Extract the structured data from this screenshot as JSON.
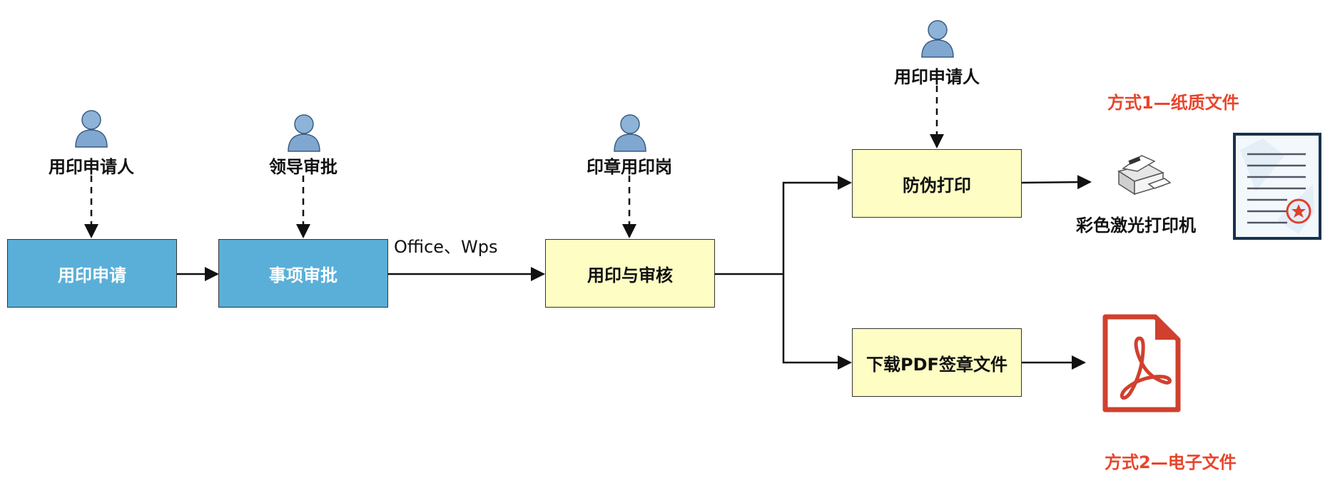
{
  "boxes": {
    "apply": "用印申请",
    "approve": "事项审批",
    "review": "用印与审核",
    "anti_fake_print": "防伪打印",
    "download_pdf": "下载PDF签章文件"
  },
  "roles": {
    "applicant": "用印申请人",
    "leader": "领导审批",
    "seal_keeper": "印章用印岗",
    "applicant_print": "用印申请人"
  },
  "edge_label": "Office、Wps",
  "printer_label": "彩色激光打印机",
  "methods": {
    "paper": "方式1—纸质文件",
    "electronic": "方式2—电子文件"
  },
  "colors": {
    "blue_box": "#5aafd8",
    "yellow_box": "#fdfdc4",
    "method_red": "#e8452c",
    "person": "#7fa7cf"
  },
  "icons": [
    "person-icon",
    "printer-icon",
    "certificate-icon",
    "pdf-file-icon"
  ]
}
